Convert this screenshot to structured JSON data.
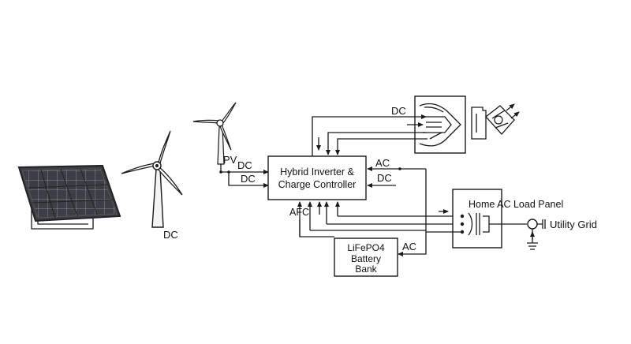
{
  "labels": {
    "inverter_line1": "Hybrid Inverter &",
    "inverter_line2": "Charge Controller",
    "battery_line1": "LiFePO4",
    "battery_line2": "Battery",
    "battery_line3": "Bank",
    "load_panel": "Home AC Load Panel",
    "utility_grid": "Utility Grid",
    "pv": "PV",
    "dc_pv": "DC",
    "dc_lower": "DC",
    "dc_wind": "DC",
    "dc_top": "DC",
    "ac_right": "AC",
    "dc_right": "DC",
    "afc": "AFC",
    "ac_battery": "AC"
  }
}
